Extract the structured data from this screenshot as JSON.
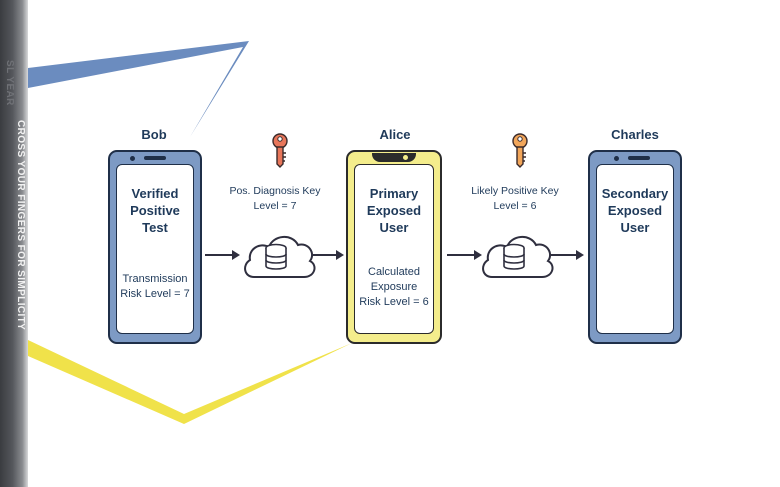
{
  "sidebar": {
    "text": "CROSS YOUR FINGERS FOR SIMPLICITY",
    "ghost_text": "SL  YEAR"
  },
  "nodes": {
    "bob": {
      "name": "Bob",
      "title": "Verified\nPositive\nTest",
      "detail": "Transmission\nRisk Level = 7"
    },
    "alice": {
      "name": "Alice",
      "title": "Primary\nExposed\nUser",
      "detail": "Calculated\nExposure\nRisk Level = 6"
    },
    "charles": {
      "name": "Charles",
      "title": "Secondary\nExposed\nUser"
    }
  },
  "keys": {
    "first": {
      "label": "Pos. Diagnosis Key\nLevel = 7",
      "color": "#e8765a",
      "icon": "key-icon"
    },
    "second": {
      "label": "Likely Positive Key\nLevel = 6",
      "color": "#f2a65a",
      "icon": "key-icon"
    }
  },
  "colors": {
    "accent_blue": "#6b8cbf",
    "accent_yellow": "#f0e24a",
    "ink": "#1f3a5a"
  }
}
